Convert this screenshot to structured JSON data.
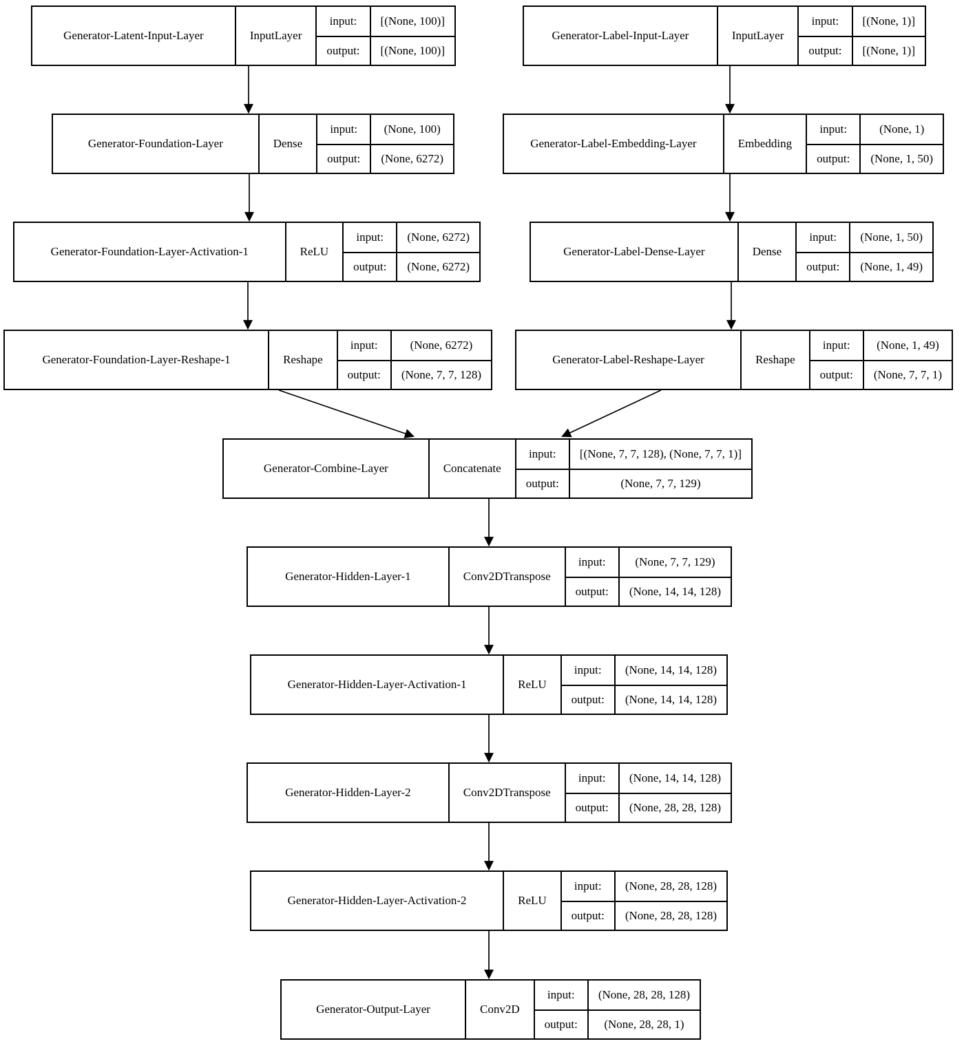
{
  "diagram": {
    "io_labels": {
      "input": "input:",
      "output": "output:"
    },
    "colors": {
      "border": "#000000",
      "background": "#ffffff",
      "arrow": "#000000"
    },
    "nodes": [
      {
        "id": "latent_input",
        "name": "Generator-Latent-Input-Layer",
        "type": "InputLayer",
        "input": "[(None, 100)]",
        "output": "[(None, 100)]"
      },
      {
        "id": "foundation",
        "name": "Generator-Foundation-Layer",
        "type": "Dense",
        "input": "(None, 100)",
        "output": "(None, 6272)"
      },
      {
        "id": "foundation_act",
        "name": "Generator-Foundation-Layer-Activation-1",
        "type": "ReLU",
        "input": "(None, 6272)",
        "output": "(None, 6272)"
      },
      {
        "id": "foundation_reshape",
        "name": "Generator-Foundation-Layer-Reshape-1",
        "type": "Reshape",
        "input": "(None, 6272)",
        "output": "(None, 7, 7, 128)"
      },
      {
        "id": "label_input",
        "name": "Generator-Label-Input-Layer",
        "type": "InputLayer",
        "input": "[(None, 1)]",
        "output": "[(None, 1)]"
      },
      {
        "id": "label_embedding",
        "name": "Generator-Label-Embedding-Layer",
        "type": "Embedding",
        "input": "(None, 1)",
        "output": "(None, 1, 50)"
      },
      {
        "id": "label_dense",
        "name": "Generator-Label-Dense-Layer",
        "type": "Dense",
        "input": "(None, 1, 50)",
        "output": "(None, 1, 49)"
      },
      {
        "id": "label_reshape",
        "name": "Generator-Label-Reshape-Layer",
        "type": "Reshape",
        "input": "(None, 1, 49)",
        "output": "(None, 7, 7, 1)"
      },
      {
        "id": "combine",
        "name": "Generator-Combine-Layer",
        "type": "Concatenate",
        "input": "[(None, 7, 7, 128), (None, 7, 7, 1)]",
        "output": "(None, 7, 7, 129)"
      },
      {
        "id": "hidden1",
        "name": "Generator-Hidden-Layer-1",
        "type": "Conv2DTranspose",
        "input": "(None, 7, 7, 129)",
        "output": "(None, 14, 14, 128)"
      },
      {
        "id": "hidden1_act",
        "name": "Generator-Hidden-Layer-Activation-1",
        "type": "ReLU",
        "input": "(None, 14, 14, 128)",
        "output": "(None, 14, 14, 128)"
      },
      {
        "id": "hidden2",
        "name": "Generator-Hidden-Layer-2",
        "type": "Conv2DTranspose",
        "input": "(None, 14, 14, 128)",
        "output": "(None, 28, 28, 128)"
      },
      {
        "id": "hidden2_act",
        "name": "Generator-Hidden-Layer-Activation-2",
        "type": "ReLU",
        "input": "(None, 28, 28, 128)",
        "output": "(None, 28, 28, 128)"
      },
      {
        "id": "output",
        "name": "Generator-Output-Layer",
        "type": "Conv2D",
        "input": "(None, 28, 28, 128)",
        "output": "(None, 28, 28, 1)"
      }
    ],
    "edges": [
      {
        "from": "latent_input",
        "to": "foundation"
      },
      {
        "from": "foundation",
        "to": "foundation_act"
      },
      {
        "from": "foundation_act",
        "to": "foundation_reshape"
      },
      {
        "from": "label_input",
        "to": "label_embedding"
      },
      {
        "from": "label_embedding",
        "to": "label_dense"
      },
      {
        "from": "label_dense",
        "to": "label_reshape"
      },
      {
        "from": "foundation_reshape",
        "to": "combine"
      },
      {
        "from": "label_reshape",
        "to": "combine"
      },
      {
        "from": "combine",
        "to": "hidden1"
      },
      {
        "from": "hidden1",
        "to": "hidden1_act"
      },
      {
        "from": "hidden1_act",
        "to": "hidden2"
      },
      {
        "from": "hidden2",
        "to": "hidden2_act"
      },
      {
        "from": "hidden2_act",
        "to": "output"
      }
    ]
  }
}
